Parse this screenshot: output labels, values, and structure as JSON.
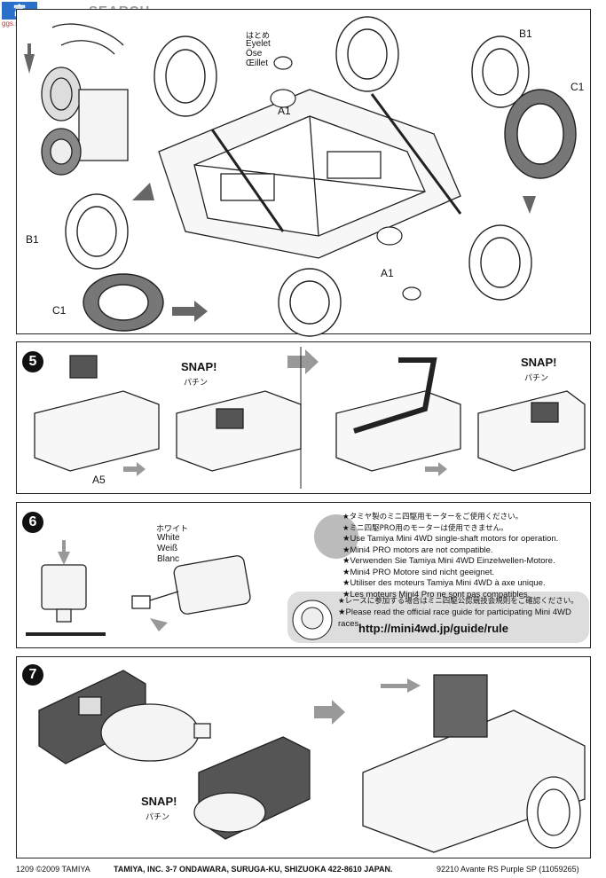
{
  "watermark": {
    "brand": "SEARCH",
    "site": "ggs.shuchs.com"
  },
  "step4": {
    "label_eyelet_jp": "はとめ",
    "label_eyelet_en": "Eyelet",
    "label_eyelet_de": "Öse",
    "label_eyelet_fr": "Œillet",
    "label_a1_top": "A1",
    "label_a1_bottom": "A1",
    "label_b1_right": "B1",
    "label_c1_right": "C1",
    "label_b1_left": "B1",
    "label_c1_left": "C1"
  },
  "step5": {
    "number": "5",
    "label_a5": "A5",
    "snap1": "SNAP!",
    "snap1_jp": "パチン",
    "snap2": "SNAP!",
    "snap2_jp": "パチン"
  },
  "step6": {
    "number": "6",
    "white_jp": "ホワイト",
    "white_en": "White",
    "white_de": "Weiß",
    "white_fr": "Blanc",
    "notes": [
      "★タミヤ製のミニ四駆用モーターをご使用ください。",
      "★ミニ四駆PRO用のモーターは使用できません。",
      "★Use Tamiya Mini 4WD single-shaft motors for operation.",
      "★Mini4 PRO motors are not compatible.",
      "★Verwenden Sie Tamiya Mini 4WD Einzelwellen-Motore.",
      "★Mini4 PRO Motore sind nicht geeignet.",
      "★Utiliser des moteurs Tamiya Mini 4WD à axe unique.",
      "★Les moteurs Mini4 Pro ne sont pas compatibles."
    ],
    "race_jp": "★レースに参加する場合はミニ四駆公認競技会規則をご確認ください。",
    "race_en": "★Please read the official race guide for participating Mini 4WD races.",
    "url": "http://mini4wd.jp/guide/rule"
  },
  "step7": {
    "number": "7",
    "snap": "SNAP!",
    "snap_jp": "パチン"
  },
  "footer": {
    "left": "1209 ©2009 TAMIYA",
    "center": "TAMIYA, INC. 3-7 ONDAWARA, SURUGA-KU, SHIZUOKA 422-8610 JAPAN.",
    "right": "92210 Avante RS Purple SP (11059265)"
  }
}
